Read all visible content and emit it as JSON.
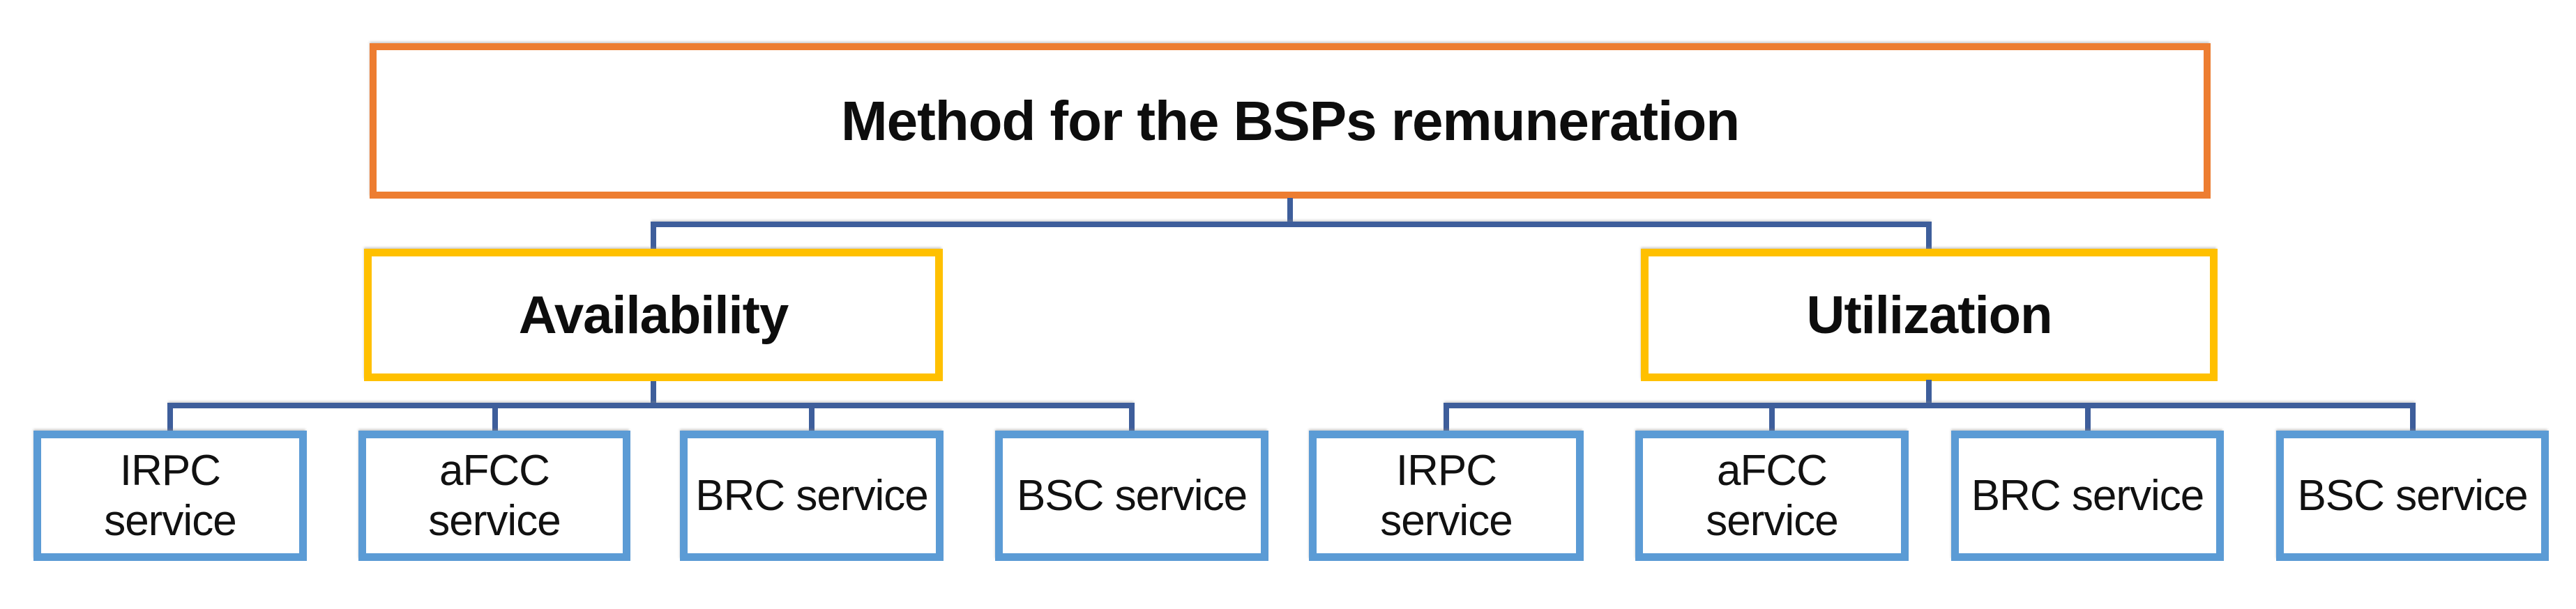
{
  "diagram": {
    "title": "Method for the BSPs remuneration",
    "root": {
      "label": "Method for the BSPs remuneration"
    },
    "branches": [
      {
        "label": "Availability",
        "children": [
          {
            "label": "IRPC\nservice"
          },
          {
            "label": "aFCC\nservice"
          },
          {
            "label": "BRC service"
          },
          {
            "label": "BSC service"
          }
        ]
      },
      {
        "label": "Utilization",
        "children": [
          {
            "label": "IRPC\nservice"
          },
          {
            "label": "aFCC\nservice"
          },
          {
            "label": "BRC service"
          },
          {
            "label": "BSC service"
          }
        ]
      }
    ],
    "colors": {
      "root_border": "#ED7D31",
      "branch_border": "#FFC000",
      "child_border": "#5B9BD5",
      "connector": "#3E5E9B",
      "background": "#FFFFFF",
      "text": "#0D0D0D"
    }
  }
}
